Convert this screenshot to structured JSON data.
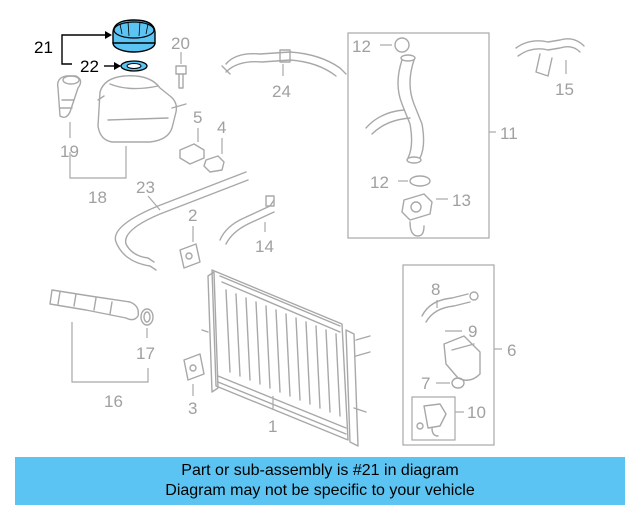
{
  "diagram": {
    "callouts": {
      "c1": "1",
      "c2": "2",
      "c3": "3",
      "c4": "4",
      "c5": "5",
      "c6": "6",
      "c7": "7",
      "c8": "8",
      "c9": "9",
      "c10": "10",
      "c11": "11",
      "c12a": "12",
      "c12b": "12",
      "c13": "13",
      "c14": "14",
      "c15": "15",
      "c16": "16",
      "c17": "17",
      "c18": "18",
      "c19": "19",
      "c20": "20",
      "c21": "21",
      "c22": "22",
      "c23": "23",
      "c24": "24"
    },
    "highlight_part": "21",
    "colors": {
      "highlight_fill": "#5cc4f2",
      "banner_bg": "#5cc4f2",
      "part_stroke": "#a8a8a8",
      "callout_text": "#a0a0a0"
    }
  },
  "banner": {
    "line1": "Part or sub-assembly is #21 in diagram",
    "line2": "Diagram may not be specific to your vehicle"
  }
}
